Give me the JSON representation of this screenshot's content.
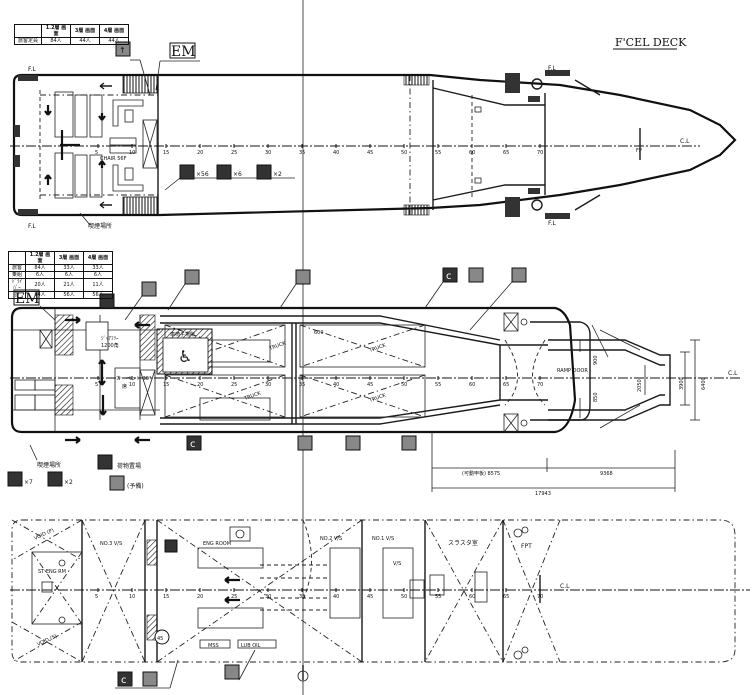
{
  "drawing": {
    "title": "F'CEL DECK",
    "em_label": "EM",
    "centerline_label": "C.L",
    "fl_label": "F.L",
    "fp_label": "FP"
  },
  "upper_deck": {
    "capacity_table": {
      "headers": [
        "",
        "1.2層 画面",
        "3層 画面",
        "4層 画面"
      ],
      "rows": [
        [
          "旅客定員",
          "84人",
          "44人",
          "44人"
        ]
      ]
    },
    "chair_label": "CHAIR 56F",
    "smoking_area_label": "喫煙場所",
    "frame_ticks": [
      "5",
      "10",
      "15",
      "20",
      "25",
      "30",
      "35",
      "40",
      "45",
      "50",
      "55",
      "60",
      "65",
      "70"
    ],
    "seat_legend": [
      {
        "icon": "seat-icon",
        "count": "×56"
      },
      {
        "icon": "seat-icon",
        "count": "×6"
      },
      {
        "icon": "seat-icon",
        "count": "×2"
      }
    ]
  },
  "main_deck": {
    "capacity_table": {
      "headers": [
        "",
        "1.2層 画面",
        "3層 画面",
        "4層 画面"
      ],
      "rows": [
        [
          "旅客",
          "84人",
          "33人",
          "33人"
        ],
        [
          "乗組",
          "6人",
          "6人",
          "6人"
        ],
        [
          "ﾄﾞﾗｲﾊﾞｰ",
          "20人",
          "21人",
          "11人"
        ],
        [
          "計",
          "84人",
          "56人",
          "56人"
        ]
      ]
    },
    "labels": {
      "barrier_free": "ｼﾞｬｱﾌﾘｰ",
      "barrier_free_2": "1200角",
      "carpet": "カーペット 30°",
      "carpet_2": "席",
      "disabled_area": "車椅子場所",
      "smoking_area": "喫煙場所",
      "luggage_area": "荷物置場",
      "reserve": "(予備)",
      "truck": "TRUCK",
      "ramp_door": "RAMP DOOR",
      "dim_600": "600",
      "dim_900": "900",
      "dim_850": "850",
      "dim_2050": "2050",
      "dim_3900": "3900",
      "dim_6400": "6400",
      "dim_movable": "(可動甲板) 8575",
      "dim_9368": "9368",
      "dim_17943": "17943"
    },
    "seat_legend": [
      {
        "icon": "seat-icon",
        "count": "×7"
      },
      {
        "icon": "seat-icon",
        "count": "×2"
      }
    ]
  },
  "lower_deck": {
    "labels": {
      "void_p": "VOID (P)",
      "void_s": "VOID (S)",
      "st_eng_rm": "ST ENG RM",
      "no3_vs": "NO.3 V/S",
      "no2_vs": "NO.2 V/S",
      "no1_vs": "NO.1 V/S",
      "eng_room": "ENG ROOM",
      "thruster_room": "スラスタ室",
      "fpt": "FPT",
      "mss": "MSS",
      "lub_oil": "LUB OIL",
      "tag_45": "45",
      "vs": "V/S"
    }
  }
}
